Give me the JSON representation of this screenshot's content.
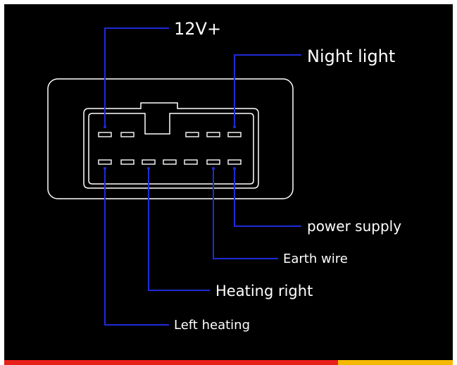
{
  "labels": {
    "v12": "12V+",
    "night_light": "Night light",
    "power_supply": "power supply",
    "earth_wire": "Earth wire",
    "heating_right": "Heating right",
    "left_heating": "Left heating"
  },
  "colors": {
    "background": "#000000",
    "outline": "#ffffff",
    "leader_line": "#1f2bd8",
    "bar_left": "#e8201a",
    "bar_right": "#f5b800"
  }
}
